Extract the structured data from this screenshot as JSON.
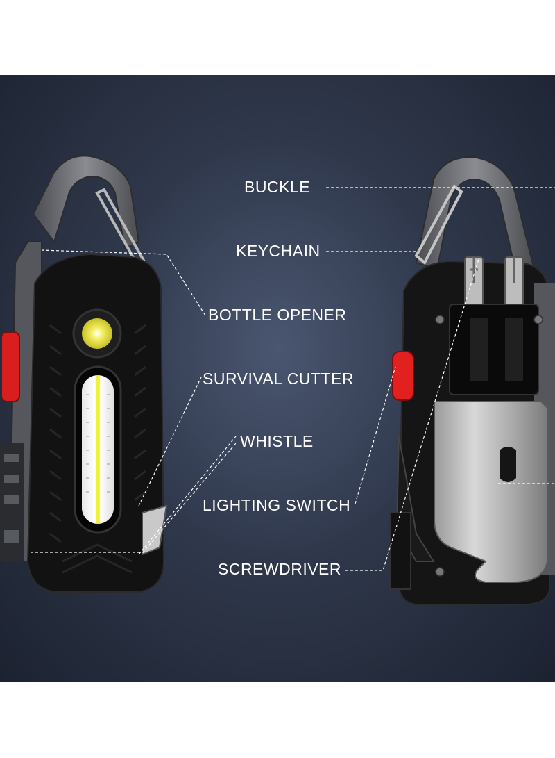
{
  "labels": {
    "buckle": "BUCKLE",
    "keychain": "KEYCHAIN",
    "bottle_opener": "BOTTLE OPENER",
    "survival_cutter": "SURVIVAL CUTTER",
    "whistle": "WHISTLE",
    "lighting_switch": "LIGHTING SWITCH",
    "screwdriver": "SCREWDRIVER"
  },
  "colors": {
    "background": "#2f384b",
    "body": "#121212",
    "metal": "#6d6f74",
    "switch": "#e02020",
    "led_yellow": "#f2f230",
    "leader_line": "#ffffff"
  }
}
